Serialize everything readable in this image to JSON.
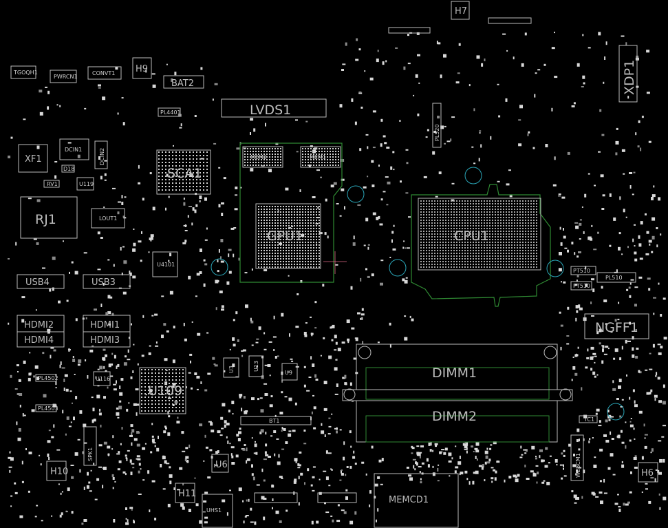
{
  "labels": {
    "h7": "H7",
    "xdp1": "XDP1",
    "lvds1": "LVDS1",
    "bat2": "BAT2",
    "h9": "H9",
    "tgoqh1": "TGOQH1",
    "pwrcn1": "PWRCN1",
    "convt1": "CONVT1",
    "pl4401": "PL4401",
    "sca1": "SCA1",
    "xf1": "XF1",
    "dcin1": "DCIN1",
    "dcin2": "DCIN2",
    "d18": "D18",
    "rv1": "RV1",
    "u119": "U119",
    "rj1": "RJ1",
    "lout1": "LOUT1",
    "mem2": "MEM2",
    "mem1": "MEM1",
    "gpu1": "GPU1",
    "cpu1": "CPU1",
    "pl520": "PL520",
    "u4101": "U4101",
    "usb4": "USB4",
    "usb3": "USB3",
    "hdmi2": "HDMI2",
    "hdmi1": "HDMI1",
    "hdmi4": "HDMI4",
    "hdmi3": "HDMI3",
    "u109": "U109",
    "u9": "U9",
    "u13": "U13",
    "pt510": "PT510",
    "pt510b": "PT510",
    "pl510": "PL510",
    "ngff1": "NGFF1",
    "dimm1": "DIMM1",
    "dimm2": "DIMM2",
    "bt1": "BT1",
    "tc1": "TC1",
    "webcm1": "WEBCM1",
    "h10": "H10",
    "h11": "H11",
    "h6": "H6",
    "u6": "U6",
    "uhs1": "UHS1",
    "memcd1": "MEMCD1",
    "spk1": "SPK1",
    "pl4502": "PL4502",
    "pl4503": "PL4503",
    "u116": "U116",
    "u3": "U3"
  },
  "colors": {
    "background": "#000000",
    "silkscreen": "#bdbdbd",
    "outline_green": "#2f8a33",
    "via_cyan": "#2aa6b8",
    "probe_pink": "#e06a88"
  }
}
